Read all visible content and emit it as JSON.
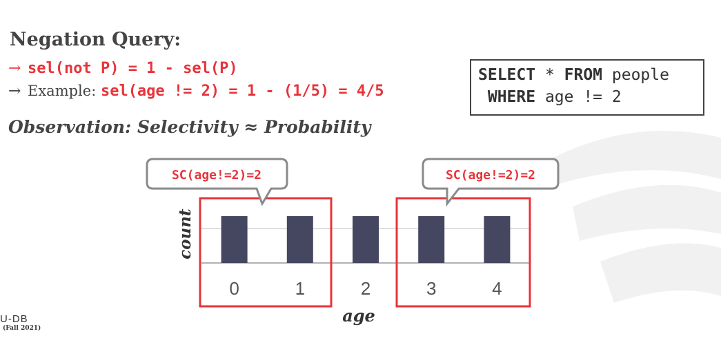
{
  "slide": {
    "title": "Negation Query:",
    "bullet1": {
      "arrow": "→",
      "code": "sel(not P) = 1 - sel(P)"
    },
    "bullet2": {
      "arrow": "→",
      "label": "Example: ",
      "code": "sel(age != 2) = 1 - (1/5) = 4/5"
    },
    "observation": "Observation: Selectivity ≈ Probability",
    "sql": {
      "kw_select": "SELECT",
      "star": " * ",
      "kw_from": "FROM",
      "table": " people",
      "kw_where": " WHERE",
      "cond": " age != 2"
    },
    "callouts": [
      "SC(age!=2)=2",
      "SC(age!=2)=2"
    ],
    "footer": {
      "line1": "U-DB",
      "line2": "(Fall 2021)"
    }
  },
  "colors": {
    "accent_red": "#e8333a",
    "bar": "#454660",
    "text": "#444444"
  },
  "chart_data": {
    "type": "bar",
    "categories": [
      "0",
      "1",
      "2",
      "3",
      "4"
    ],
    "values": [
      1,
      1,
      1,
      1,
      1
    ],
    "xlabel": "age",
    "ylabel": "count",
    "highlighted_groups": [
      [
        "0",
        "1"
      ],
      [
        "3",
        "4"
      ]
    ]
  }
}
